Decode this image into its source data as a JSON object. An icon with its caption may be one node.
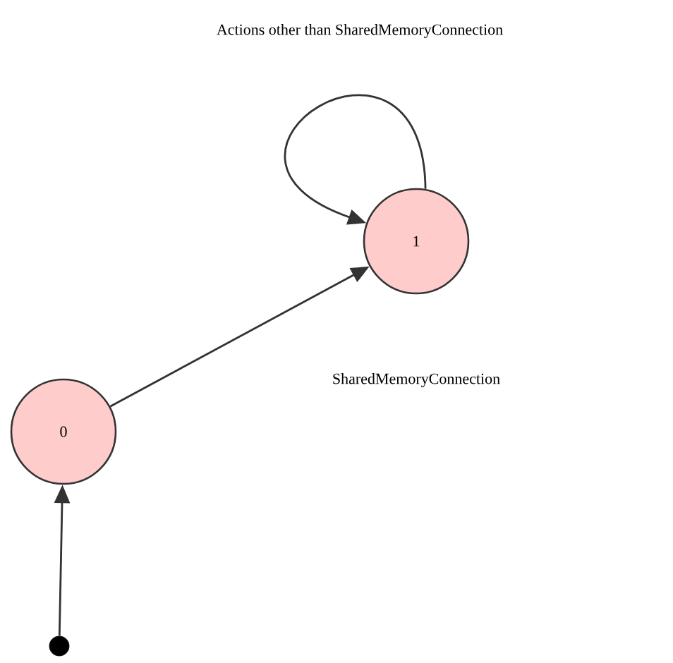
{
  "diagram": {
    "nodes": [
      {
        "text": [
          "1"
        ]
      },
      {
        "text": [
          "0"
        ]
      },
      {
        "text": [],
        "shape": "circle"
      }
    ],
    "edges": [
      {
        "from": 0,
        "to": 0,
        "arrow": "to",
        "label": "Actions other than SharedMemoryConnection"
      },
      {
        "from": 1,
        "to": 0,
        "arrow": "to",
        "label": "SharedMemoryConnection"
      },
      {
        "from": 2,
        "to": 1,
        "arrow": "to"
      }
    ]
  }
}
